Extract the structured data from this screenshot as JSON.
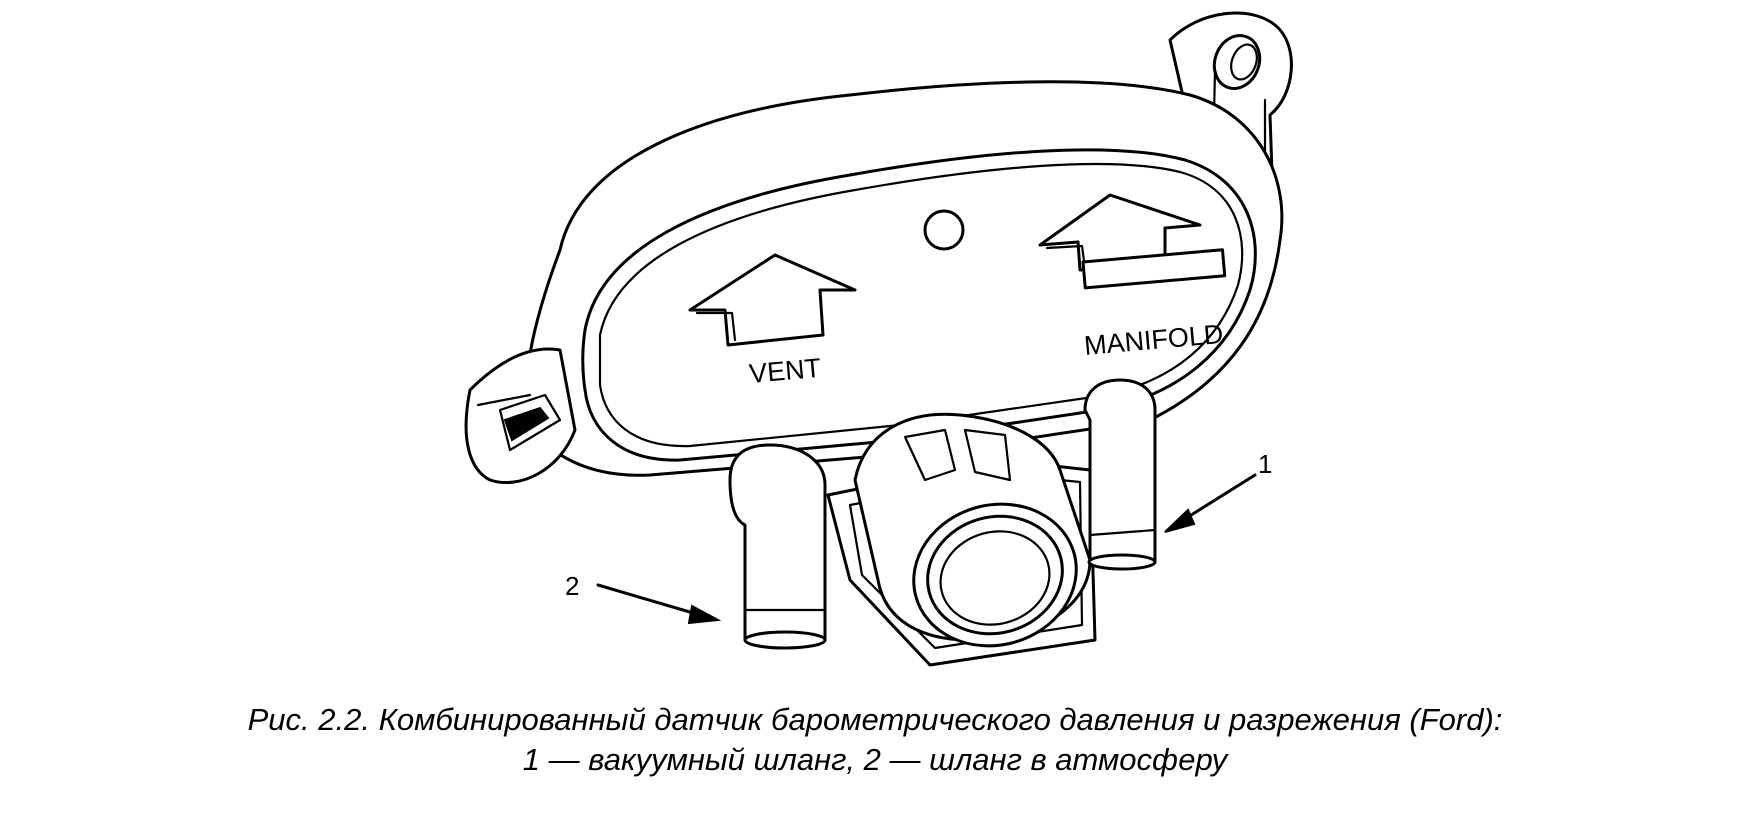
{
  "diagram": {
    "labels": {
      "vent": "VENT",
      "manifold": "MANIFOLD"
    },
    "callouts": [
      {
        "number": "1"
      },
      {
        "number": "2"
      }
    ]
  },
  "caption": {
    "line1": "Рис. 2.2. Комбинированный датчик барометрического давления и разрежения (Ford):",
    "line2": "1 — вакуумный шланг, 2 — шланг в атмосферу"
  },
  "colors": {
    "ink": "#000000",
    "background": "#ffffff"
  }
}
